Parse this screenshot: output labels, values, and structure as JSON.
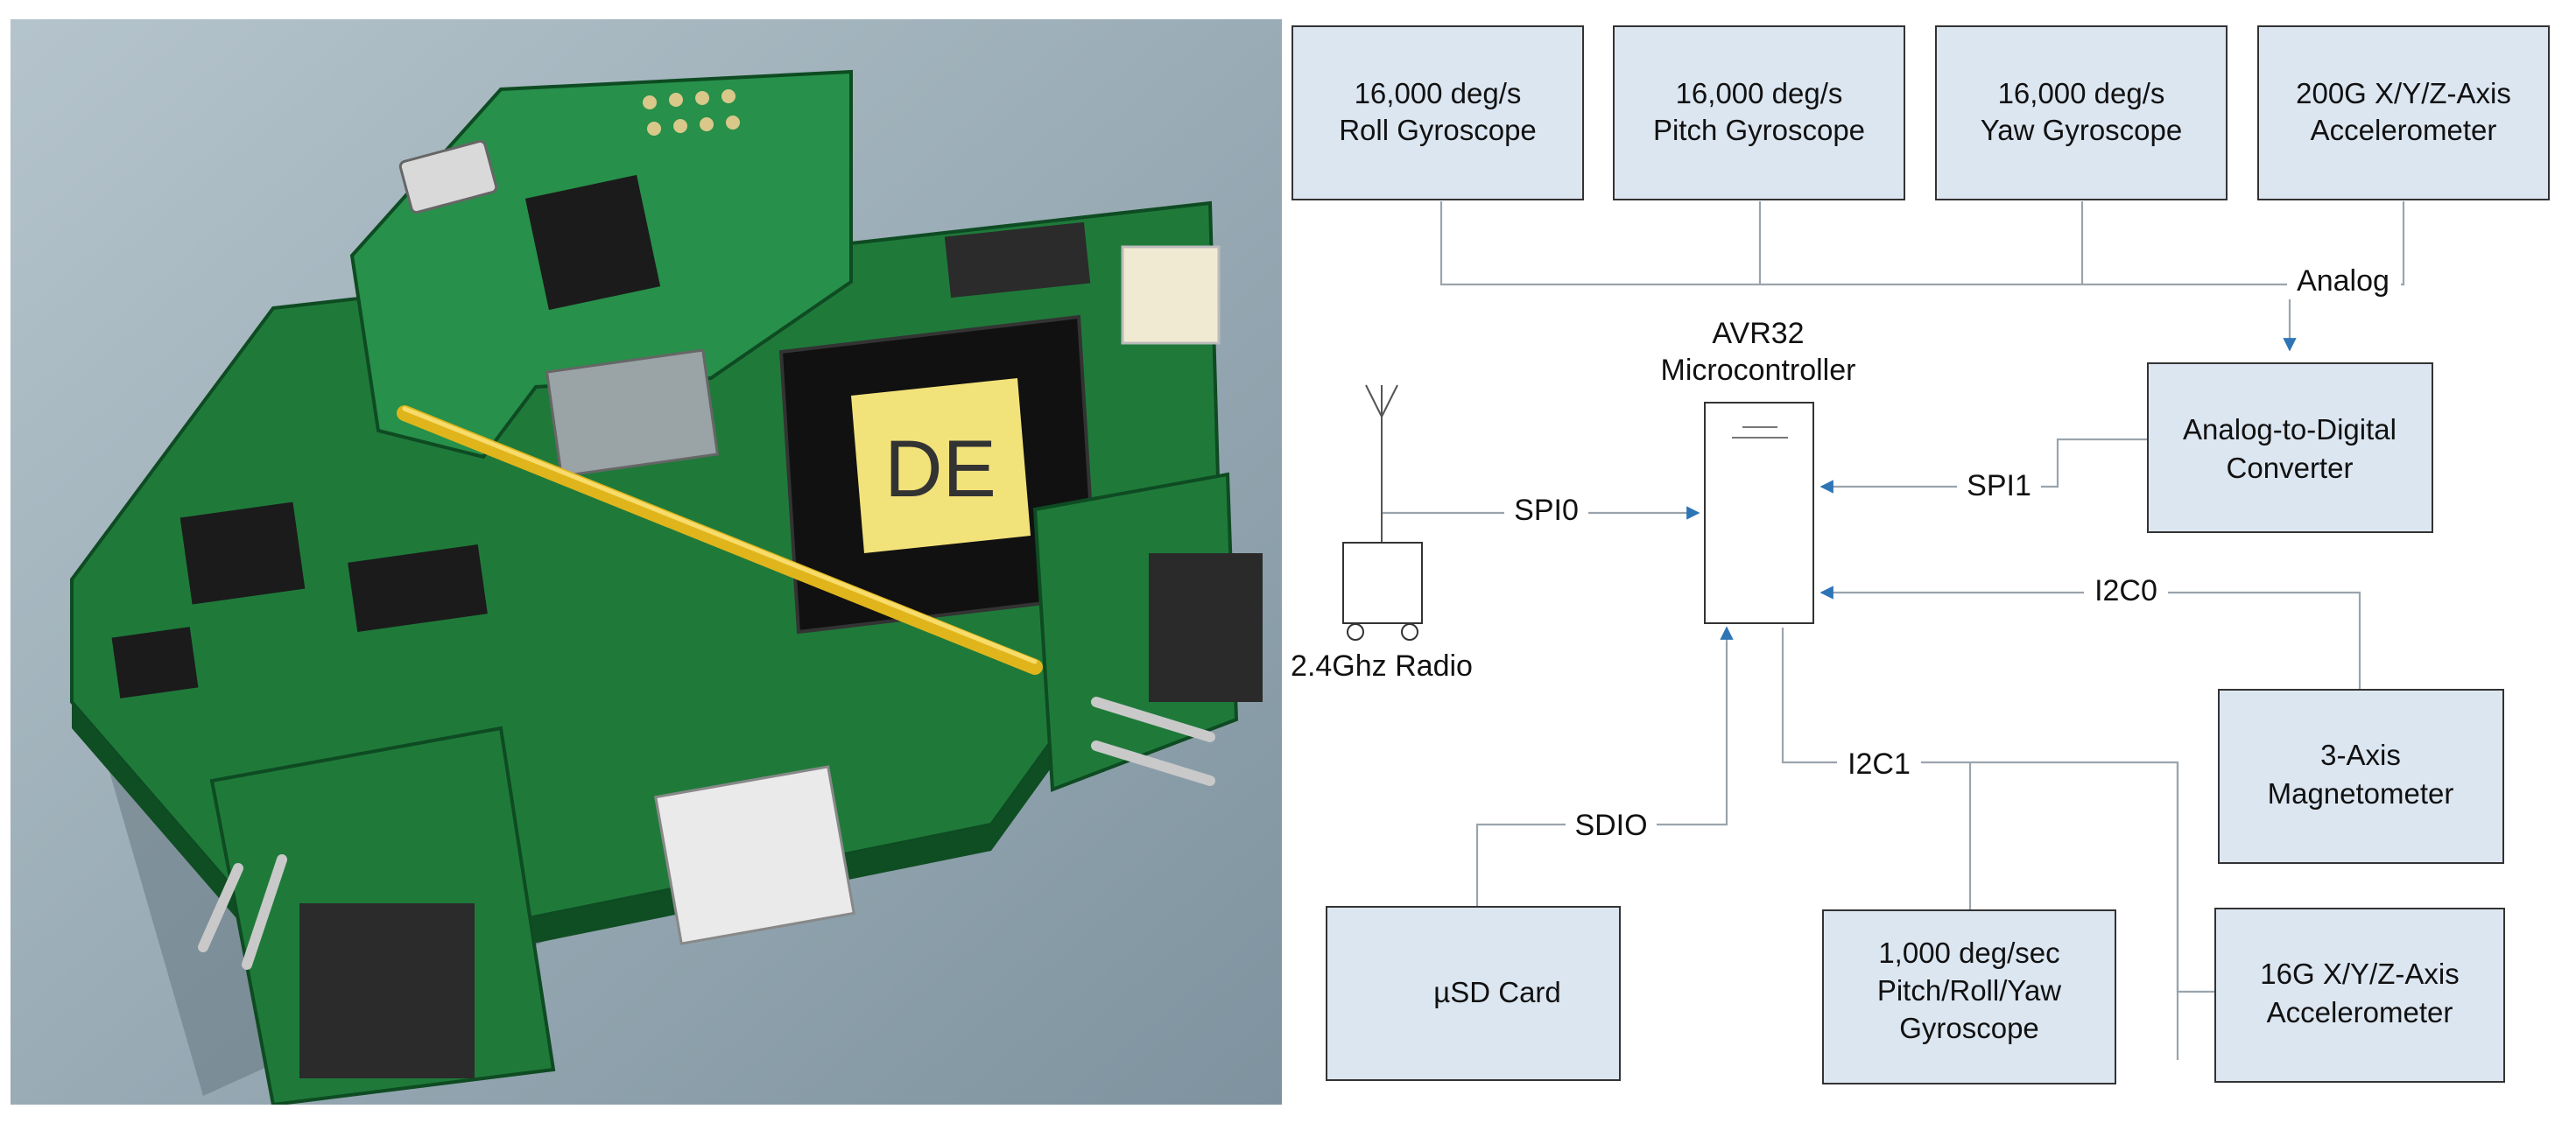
{
  "photo": {
    "chip_marking": "DE",
    "colors": {
      "background": "#8ea3b0",
      "pcb": "#1f7a3a",
      "wire": "#e0b51c",
      "chip": "#141414",
      "label": "#f2e27a"
    }
  },
  "diagram": {
    "colors": {
      "box_fill": "#dce6f1",
      "box_stroke": "#333333",
      "line": "#9aa4ad",
      "arrow": "#2e75b6"
    },
    "sensors_top": [
      {
        "line1": "16,000 deg/s",
        "line2": "Roll Gyroscope"
      },
      {
        "line1": "16,000 deg/s",
        "line2": "Pitch Gyroscope"
      },
      {
        "line1": "16,000 deg/s",
        "line2": "Yaw Gyroscope"
      },
      {
        "line1": "200G X/Y/Z-Axis",
        "line2": "Accelerometer"
      }
    ],
    "mcu": {
      "line1": "AVR32",
      "line2": "Microcontroller"
    },
    "adc": {
      "line1": "Analog-to-Digital",
      "line2": "Converter"
    },
    "magnetometer": {
      "line1": "3-Axis",
      "line2": "Magnetometer"
    },
    "sd_card": {
      "label": "µSD Card"
    },
    "gyro_low": {
      "line1": "1,000 deg/sec",
      "line2": "Pitch/Roll/Yaw",
      "line3": "Gyroscope"
    },
    "accel_low": {
      "line1": "16G X/Y/Z-Axis",
      "line2": "Accelerometer"
    },
    "radio": {
      "label": "2.4Ghz Radio"
    },
    "buses": {
      "analog": "Analog",
      "spi0": "SPI0",
      "spi1": "SPI1",
      "i2c0": "I2C0",
      "i2c1": "I2C1",
      "sdio": "SDIO"
    }
  }
}
